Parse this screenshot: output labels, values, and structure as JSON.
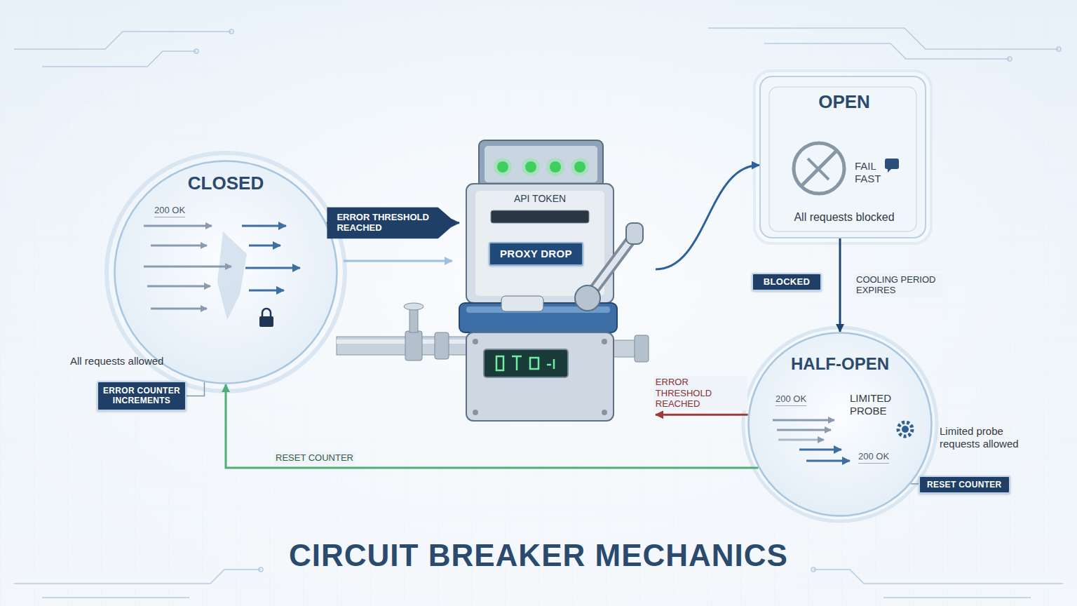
{
  "diagram": {
    "title": "CIRCUIT BREAKER MECHANICS",
    "nodes": [
      {
        "text": [
          "CLOSED",
          "200 OK"
        ]
      },
      {
        "text": [
          "API TOKEN"
        ]
      },
      {
        "text": [
          "PROXY DROP"
        ],
        "in": 1
      },
      {
        "text": [
          "OPEN",
          "FAIL FAST",
          "All requests blocked"
        ]
      },
      {
        "text": [
          "HALF-OPEN",
          "200 OK",
          "LIMITED PROBE",
          "200 OK"
        ]
      },
      {
        "text": [
          "ERROR COUNTER INCREMENTS"
        ]
      },
      {
        "text": [
          "BLOCKED"
        ]
      },
      {
        "text": [
          "RESET COUNTER"
        ]
      }
    ],
    "edges": [
      {
        "from": 0,
        "to": 1,
        "label": "ERROR THRESHOLD REACHED",
        "arrow": "to"
      },
      {
        "from": 1,
        "to": 3,
        "arrow": "to"
      },
      {
        "from": 3,
        "to": 4,
        "label": "COOLING PERIOD EXPIRES",
        "arrow": "to"
      },
      {
        "from": 4,
        "to": 1,
        "label": "ERROR THRESHOLD REACHED",
        "arrow": "to"
      },
      {
        "from": 4,
        "to": 0,
        "label": "RESET COUNTER",
        "arrow": "to"
      },
      {
        "from": 0,
        "to": 5,
        "arrow": "none"
      },
      {
        "from": 4,
        "to": 7,
        "arrow": "none"
      }
    ],
    "labels": [
      "All requests allowed",
      "Limited probe requests allowed"
    ]
  }
}
